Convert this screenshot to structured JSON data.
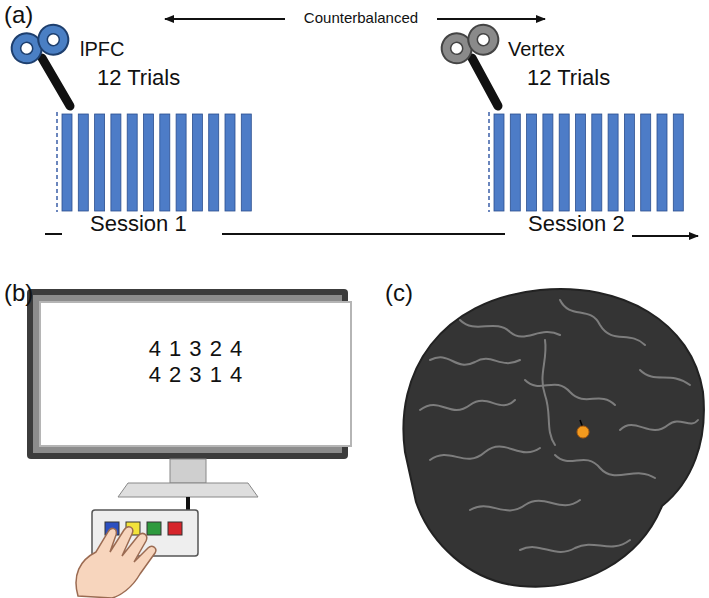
{
  "diagram": {
    "nodes": [
      {
        "text": [
          "4 1 3 2 4",
          "4 2 3 1 4"
        ]
      }
    ],
    "labels": [
      "(a)",
      "Counterbalanced",
      "lPFC",
      "12 Trials",
      "Vertex",
      "12 Trials",
      "Session 1",
      "Session 2",
      "(b)",
      "(c)"
    ]
  }
}
